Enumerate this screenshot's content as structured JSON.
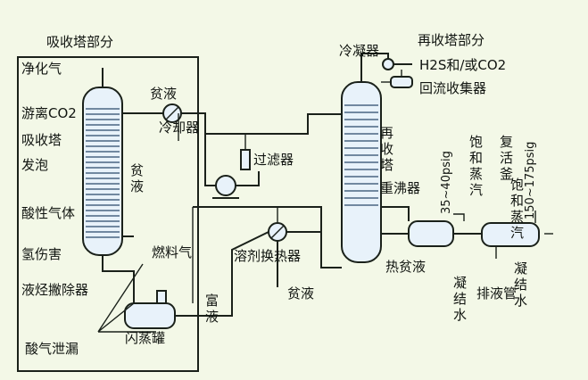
{
  "sections": {
    "absorber_section": "吸收塔部分",
    "regenerator_section": "再收塔部分"
  },
  "absorber": {
    "purified_gas": "净化气",
    "free_co2": "游离CO2",
    "absorber_tower": "吸收塔",
    "foaming": "发泡",
    "acid_gas_body": "酸性气体",
    "hydrogen_damage": "氢伤害",
    "liquid_hc_remover": "液烃撇除器",
    "acid_gas_leak": "酸气泄漏",
    "flash_tank": "闪蒸罐",
    "fuel_gas": "燃料气",
    "rich_liquid": "富液"
  },
  "middle": {
    "lean_liquid_cooler_1": "贫液",
    "lean_liquid_cooler_2": "冷却器",
    "lean_liquid_side": "贫液",
    "filter": "过滤器",
    "solvent_heat_exchanger": "溶剂换热器",
    "lean_liquid_bottom": "贫液"
  },
  "regenerator": {
    "condenser": "冷凝器",
    "h2s_co2": "H2S和/或CO2",
    "reflux_collector": "回流收集器",
    "regen_tower": "再收塔",
    "reboiler": "重沸器",
    "hot_lean_liquid": "热贫液",
    "condensate_left": "凝结水",
    "psig_low": "35~40psig",
    "saturated_steam_left": "饱和蒸汽",
    "reclaimer": "复活釜",
    "psig_high": "150~175psig",
    "saturated_steam_right": "饱和蒸汽",
    "drain_pipe": "排液管",
    "condensate_right": "凝结水"
  }
}
